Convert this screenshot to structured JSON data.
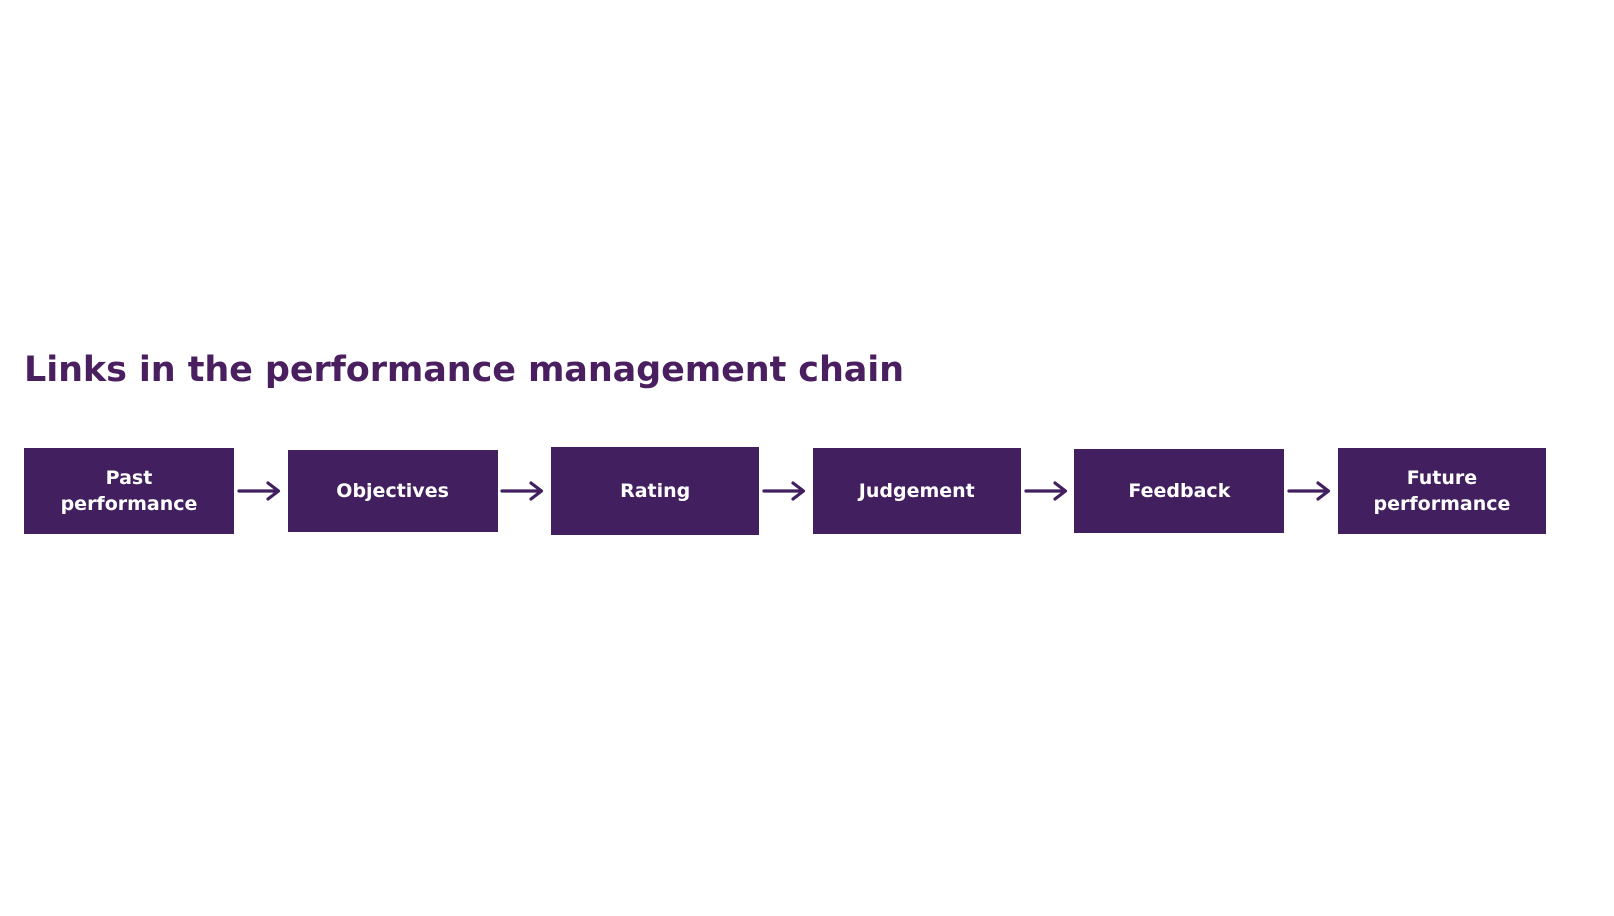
{
  "diagram": {
    "title": "Links in the performance management chain",
    "type": "linear-process-chain",
    "colors": {
      "box_fill": "#421f5e",
      "box_text": "#ffffff",
      "title_text": "#4a1f60",
      "arrow_stroke": "#421f5e",
      "background": "#ffffff"
    },
    "arrow_icon": "arrow-right-icon",
    "nodes": [
      {
        "id": "past-performance",
        "label": "Past\nperformance"
      },
      {
        "id": "objectives",
        "label": "Objectives"
      },
      {
        "id": "rating",
        "label": "Rating"
      },
      {
        "id": "judgement",
        "label": "Judgement"
      },
      {
        "id": "feedback",
        "label": "Feedback"
      },
      {
        "id": "future-performance",
        "label": "Future\nperformance"
      }
    ]
  }
}
